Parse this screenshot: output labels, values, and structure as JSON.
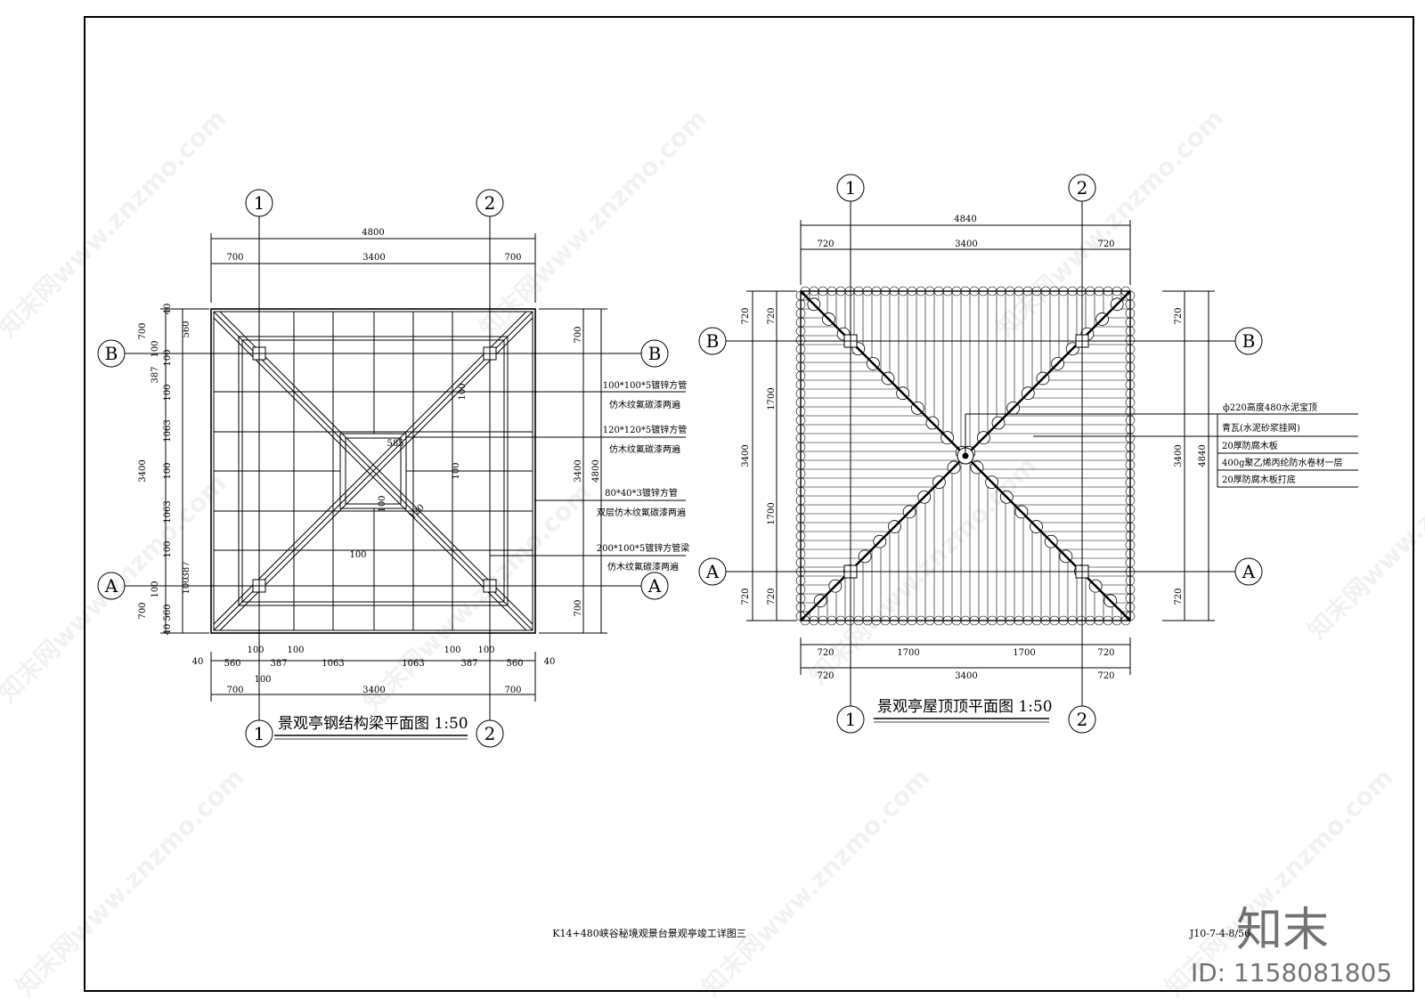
{
  "sheet": {
    "project_title": "K14+480峡谷秘境观景台景观亭竣工详图三",
    "drawing_no": "J10-7-4-8/56"
  },
  "plan_left": {
    "title": "景观亭钢结构梁平面图 1:50",
    "grid_labels": {
      "col1": "1",
      "col2": "2",
      "rowA": "A",
      "rowB": "B"
    },
    "dims_top": {
      "overall": "4800",
      "left": "700",
      "mid": "3400",
      "right": "700"
    },
    "dims_bottom": [
      "40",
      "560",
      "387",
      "1063",
      "1063",
      "387",
      "560",
      "40"
    ],
    "dims_bottom_small": [
      "100",
      "100",
      "100",
      "100",
      "100"
    ],
    "dims_bottom_total": {
      "left": "700",
      "mid": "3400",
      "right": "700"
    },
    "dims_left_outer": {
      "top": "700",
      "mid": "3400",
      "bottom": "700"
    },
    "dims_left_inner": [
      "40",
      "560",
      "100",
      "100",
      "387",
      "100",
      "1063",
      "100",
      "1063",
      "100",
      "387",
      "100",
      "100",
      "560",
      "40"
    ],
    "dims_right": {
      "top": "700",
      "mid": "3400",
      "bottom": "700",
      "overall": "4800"
    },
    "inner_dims": [
      "585",
      "100",
      "100",
      "120",
      "100",
      "100"
    ],
    "callouts": [
      {
        "l1": "100*100*5镀锌方管",
        "l2": "仿木纹氟碳漆两遍"
      },
      {
        "l1": "120*120*5镀锌方管",
        "l2": "仿木纹氟碳漆两遍"
      },
      {
        "l1": "80*40*3镀锌方管",
        "l2": "双层仿木纹氟碳漆两遍"
      },
      {
        "l1": "200*100*5镀锌方管梁",
        "l2": "仿木纹氟碳漆两遍"
      }
    ]
  },
  "plan_right": {
    "title": "景观亭屋顶顶平面图 1:50",
    "grid_labels": {
      "col1": "1",
      "col2": "2",
      "rowA": "A",
      "rowB": "B"
    },
    "dims_top": {
      "overall": "4840",
      "left": "720",
      "mid": "3400",
      "right": "720"
    },
    "dims_bottom_1": [
      "720",
      "1700",
      "1700",
      "720"
    ],
    "dims_bottom_2": {
      "left": "720",
      "mid": "3400",
      "right": "720"
    },
    "dims_left_outer": {
      "top": "720",
      "mid": "3400",
      "bottom": "720"
    },
    "dims_left_inner": [
      "720",
      "1700",
      "1700",
      "720"
    ],
    "dims_right": {
      "top": "720",
      "mid": "3400",
      "bottom": "720",
      "overall": "4840"
    },
    "callout_top": "ф220高度480水泥宝顶",
    "layers": [
      "青瓦(水泥砂浆挂网)",
      "20厚防腐木板",
      "400g聚乙烯丙纶防水卷材一层",
      "20厚防腐木板打底"
    ]
  },
  "watermark": {
    "text": "知末网www.znzmo.com",
    "logo": "知末",
    "id": "ID: 1158081805"
  }
}
